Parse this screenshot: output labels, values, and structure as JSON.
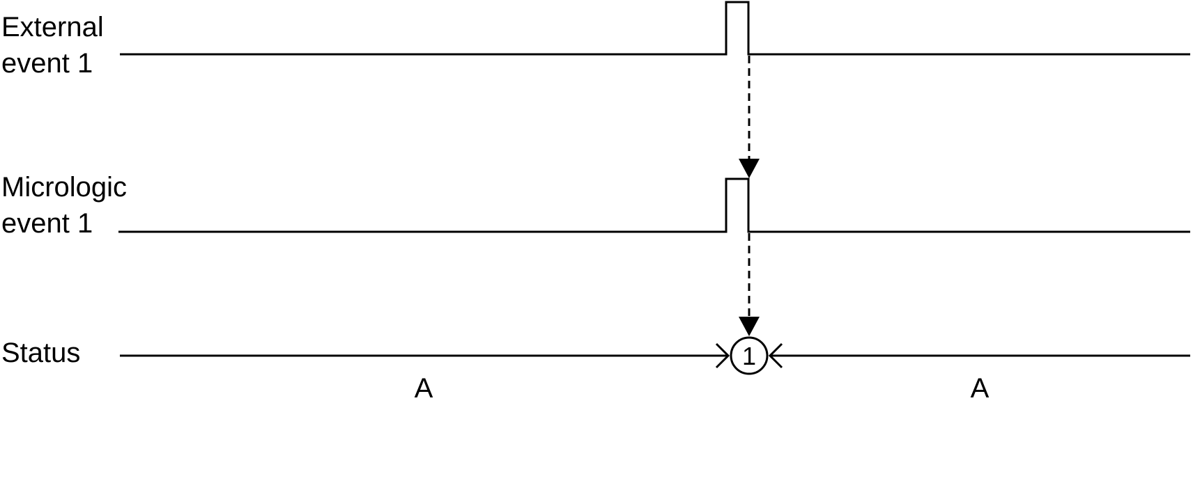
{
  "signals": {
    "external": {
      "line1": "External",
      "line2": "event 1"
    },
    "micrologic": {
      "line1": "Micrologic",
      "line2": "event 1"
    },
    "status": {
      "label": "Status"
    }
  },
  "event_marker": {
    "number": "1"
  },
  "state_labels": {
    "before": "A",
    "after": "A"
  }
}
